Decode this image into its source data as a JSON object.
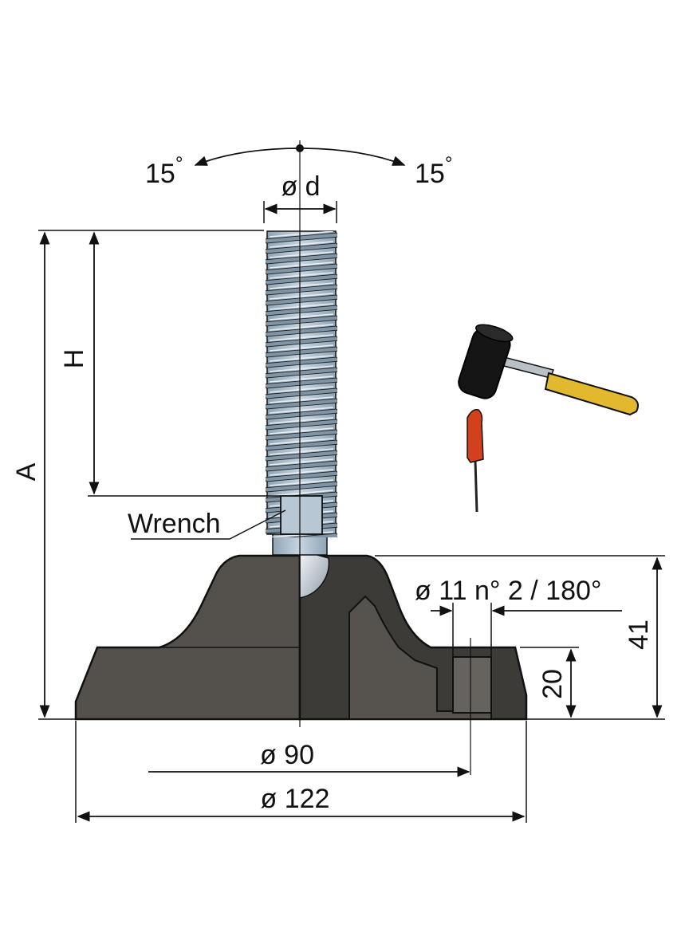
{
  "angle": {
    "left": "15",
    "right": "15",
    "degree_mark": "°"
  },
  "dimensions": {
    "thread_diameter": "ø d",
    "height_total": "A",
    "thread_length": "H",
    "wrench": "Wrench",
    "holes": "ø 11 n° 2 /  180°",
    "base_height_total": "41",
    "base_height_flange": "20",
    "inner_diameter": "ø 90",
    "outer_diameter": "ø 122"
  },
  "icons": [
    "hammer-icon",
    "screwdriver-icon"
  ],
  "colors": {
    "base": "#54504b",
    "base_section": "#3c3a37",
    "thread": "#a9bccb",
    "line": "#111111",
    "hammer_handle": "#e1b82e",
    "screwdriver_handle": "#d2401c"
  }
}
